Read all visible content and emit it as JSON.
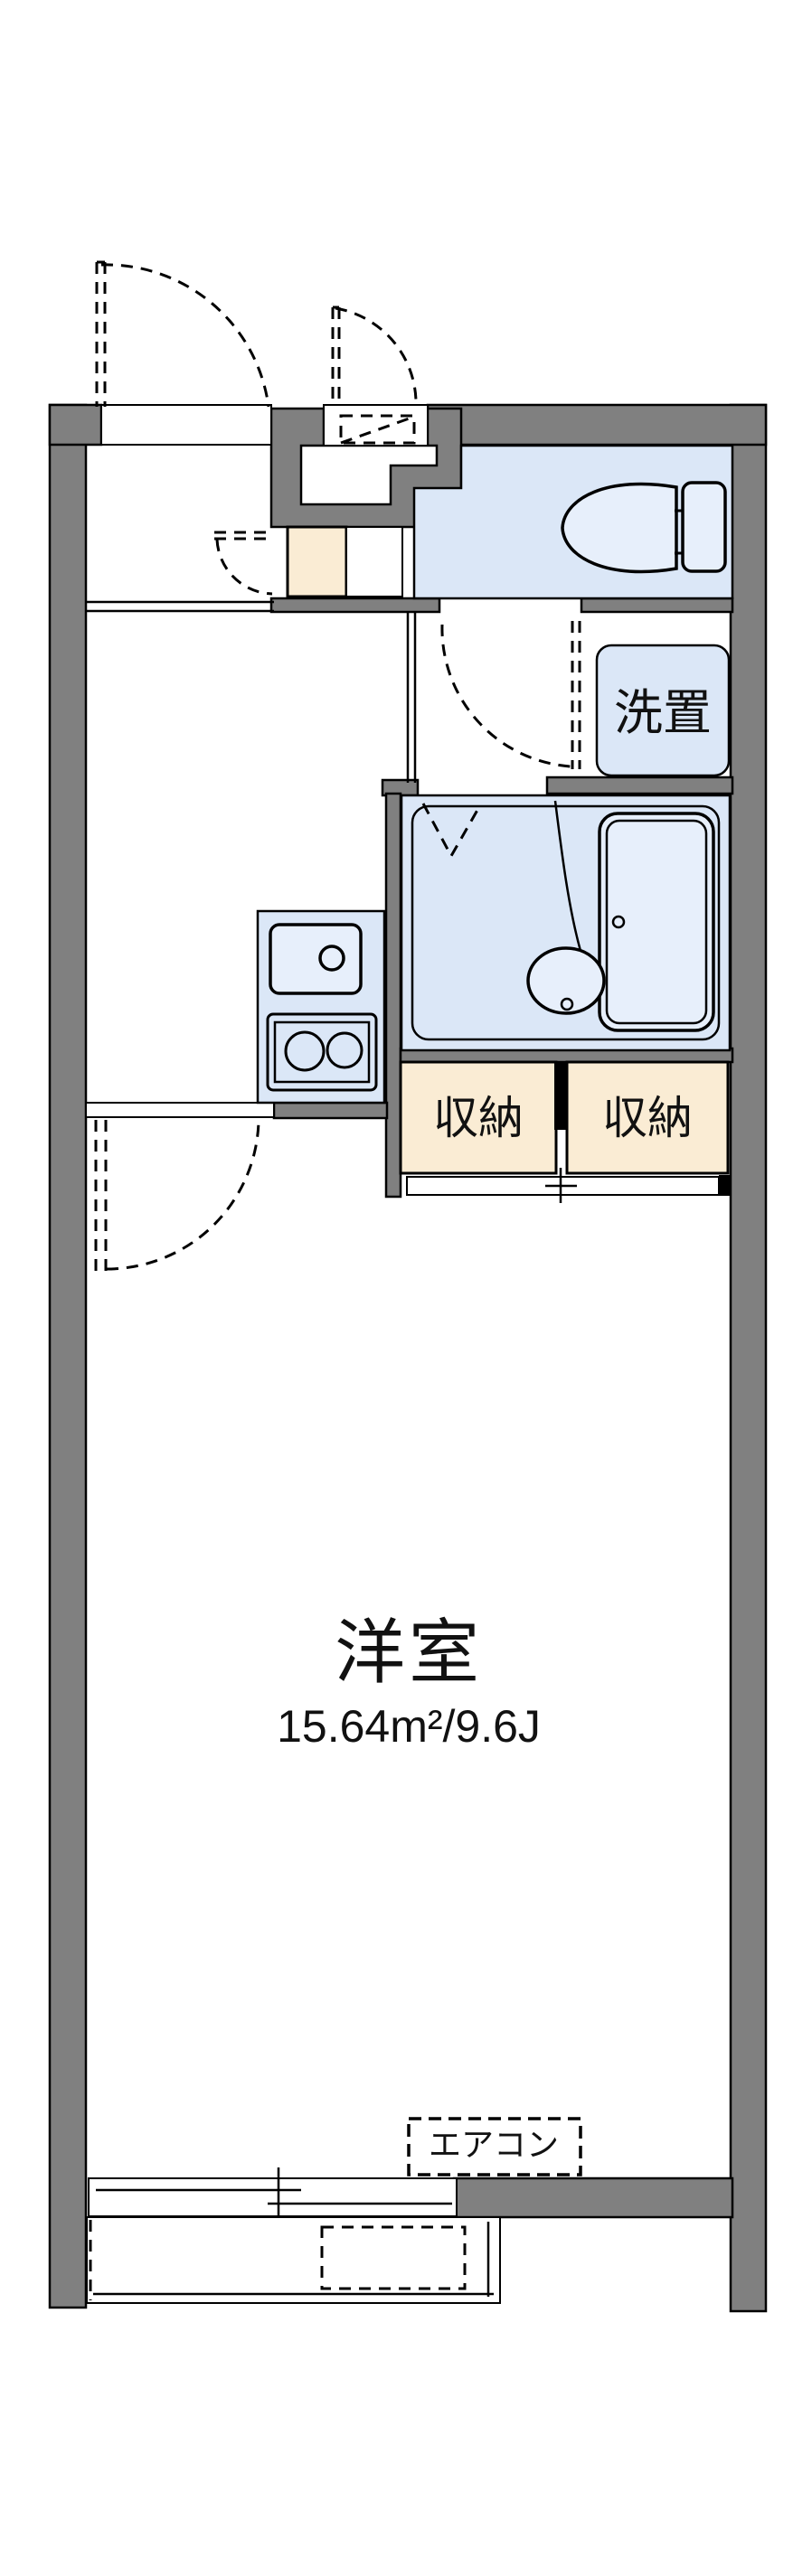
{
  "colors": {
    "wall": "#808080",
    "room_fill": "#dbe7f7",
    "fixture_fill": "#e7effb",
    "storage_fill": "#faecd4",
    "outline": "#000000",
    "background": "#ffffff"
  },
  "rooms": {
    "laundry": {
      "label": "洗置"
    },
    "storage_left": {
      "label": "収納"
    },
    "storage_right": {
      "label": "収納"
    },
    "main_room": {
      "name": "洋室",
      "size": "15.64m²/9.6J"
    },
    "aircon": {
      "label": "エアコン"
    }
  }
}
